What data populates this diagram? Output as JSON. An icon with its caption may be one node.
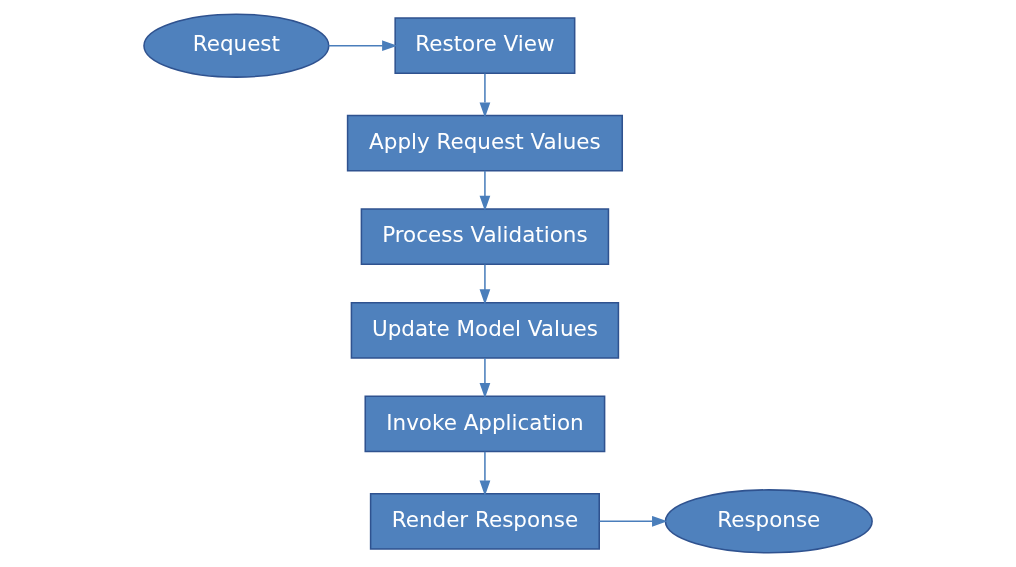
{
  "diagram": {
    "nodes": [
      {
        "text": [
          "Restore View"
        ]
      },
      {
        "text": [
          "Request"
        ]
      },
      {
        "text": [
          "Apply Request Values"
        ]
      },
      {
        "text": [
          "Process Validations"
        ]
      },
      {
        "text": [
          "Update Model Values"
        ]
      },
      {
        "text": [
          "Invoke Application"
        ]
      },
      {
        "text": [
          "Render Response"
        ]
      },
      {
        "text": [
          "Response"
        ]
      }
    ],
    "edges": [
      {
        "from": 1,
        "to": 0,
        "arrow": "to"
      },
      {
        "from": 0,
        "to": 2,
        "arrow": "to"
      },
      {
        "from": 2,
        "to": 3,
        "arrow": "to"
      },
      {
        "from": 3,
        "to": 4,
        "arrow": "to"
      },
      {
        "from": 4,
        "to": 5,
        "arrow": "to"
      },
      {
        "from": 5,
        "to": 6,
        "arrow": "to"
      },
      {
        "from": 6,
        "to": 7,
        "arrow": "to"
      }
    ]
  }
}
